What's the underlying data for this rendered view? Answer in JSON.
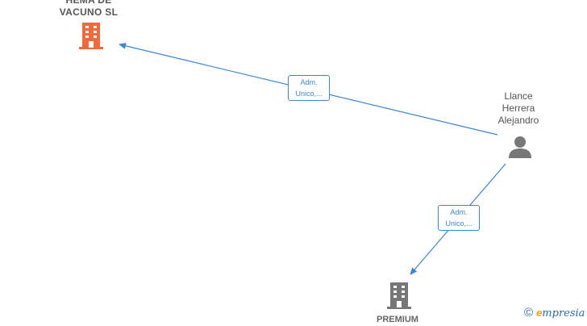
{
  "nodes": {
    "company_top": {
      "label_line1": "HEMA DE",
      "label_line2": "VACUNO  SL",
      "icon": "building-icon",
      "color": "#f26a3c"
    },
    "person": {
      "label_line1": "Llance",
      "label_line2": "Herrera",
      "label_line3": "Alejandro",
      "icon": "person-icon",
      "color": "#777777"
    },
    "company_bottom": {
      "label": "PREMIUM",
      "icon": "building-icon",
      "color": "#777777"
    }
  },
  "edges": [
    {
      "from": "person",
      "to": "company_top",
      "label_line1": "Adm.",
      "label_line2": "Unico,..."
    },
    {
      "from": "person",
      "to": "company_bottom",
      "label_line1": "Adm.",
      "label_line2": "Unico,..."
    }
  ],
  "edge_color": "#3b87d6",
  "brand": {
    "copyright": "©",
    "e": "e",
    "rest": "mpresia"
  }
}
